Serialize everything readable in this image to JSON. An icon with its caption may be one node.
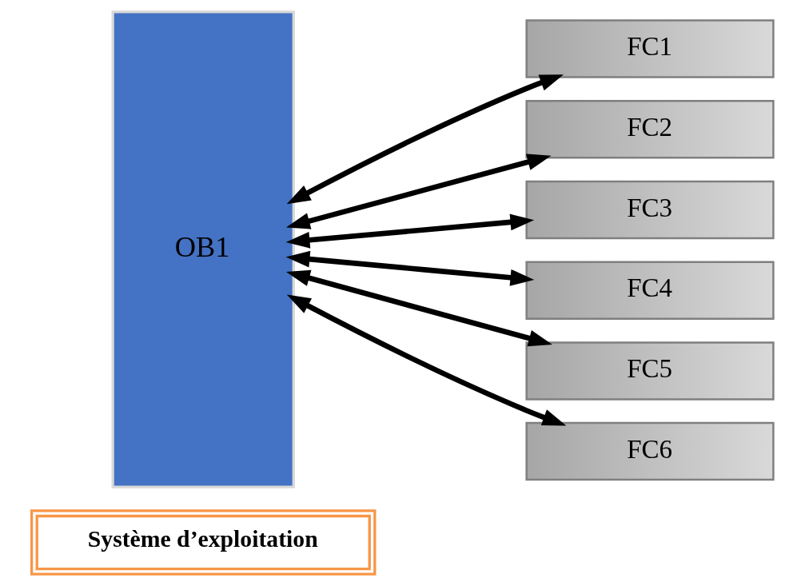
{
  "diagram": {
    "nodes": [
      {
        "text": [
          "Système d’exploitation"
        ]
      },
      {
        "text": [
          "OB1"
        ]
      },
      {
        "text": [
          "FC1"
        ]
      },
      {
        "text": [
          "FC2"
        ]
      },
      {
        "text": [
          "FC3"
        ]
      },
      {
        "text": [
          "FC4"
        ]
      },
      {
        "text": [
          "FC5"
        ]
      },
      {
        "text": [
          "FC6"
        ]
      }
    ],
    "edges": [
      {
        "from": 1,
        "to": 2,
        "arrow": "both"
      },
      {
        "from": 1,
        "to": 3,
        "arrow": "both"
      },
      {
        "from": 1,
        "to": 4,
        "arrow": "both"
      },
      {
        "from": 1,
        "to": 5,
        "arrow": "both"
      },
      {
        "from": 1,
        "to": 6,
        "arrow": "both"
      },
      {
        "from": 1,
        "to": 7,
        "arrow": "both"
      }
    ]
  }
}
